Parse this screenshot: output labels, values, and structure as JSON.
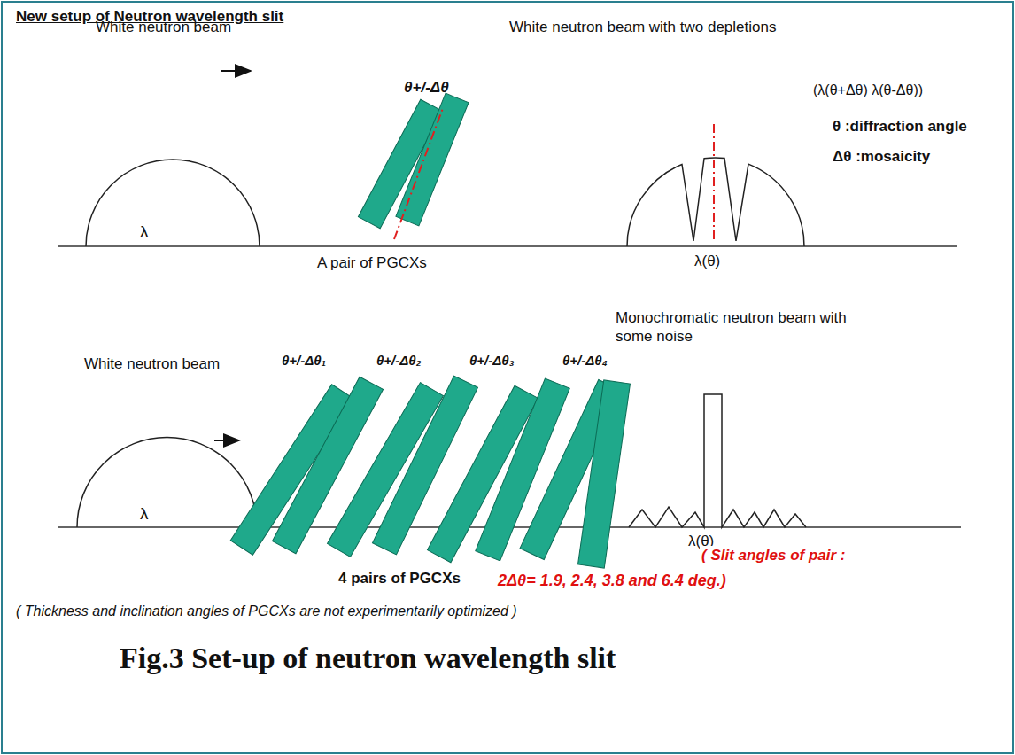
{
  "diagram": {
    "title": "New setup of Neutron wavelength slit",
    "caption": "Fig.3 Set-up of neutron wavelength slit",
    "labels": [
      "White neutron beam",
      "λ",
      "θ+/-Δθ",
      "A pair of PGCXs",
      "White neutron beam with two depletions",
      "(λ(θ+Δθ)  λ(θ-Δθ))",
      "λ(θ)",
      "θ :diffraction angle",
      "Δθ :mosaicity",
      "Monochromatic neutron beam with some noise",
      "White neutron beam",
      "λ",
      "θ+/-Δθ₁",
      "θ+/-Δθ₂",
      "θ+/-Δθ₃",
      "θ+/-Δθ₄",
      "λ(θ)",
      "( Slit angles of pair :",
      "4 pairs of PGCXs",
      "2Δθ= 1.9, 2.4, 3.8 and 6.4 deg.)",
      "( Thickness and inclination angles of PGCXs are not experimentarily optimized )"
    ]
  }
}
